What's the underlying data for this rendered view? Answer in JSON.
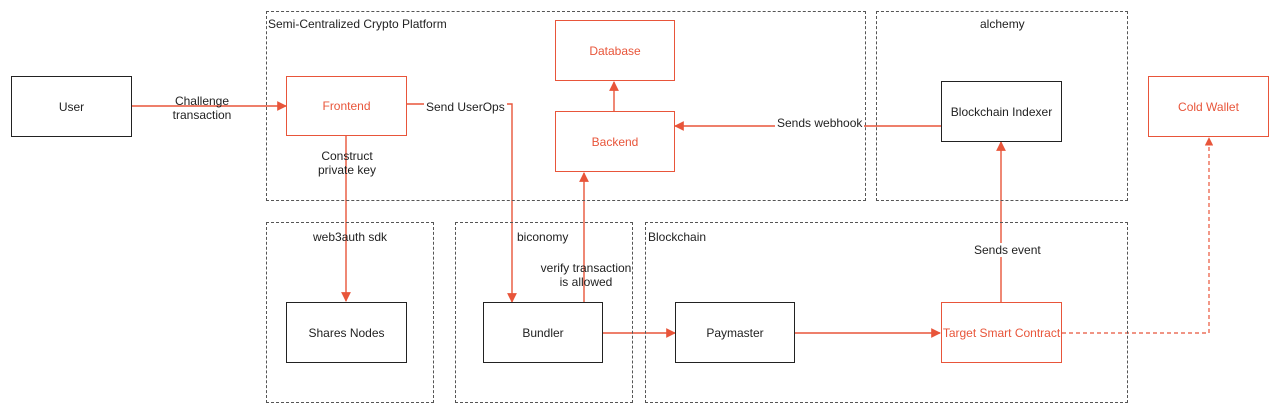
{
  "groups": {
    "platform": "Semi-Centralized Crypto Platform",
    "alchemy": "alchemy",
    "web3auth": "web3auth sdk",
    "biconomy": "biconomy",
    "blockchain": "Blockchain"
  },
  "nodes": {
    "user": "User",
    "frontend": "Frontend",
    "database": "Database",
    "backend": "Backend",
    "indexer": "Blockchain Indexer",
    "cold_wallet": "Cold Wallet",
    "shares_nodes": "Shares Nodes",
    "bundler": "Bundler",
    "paymaster": "Paymaster",
    "target_contract": "Target Smart Contract"
  },
  "edges": {
    "challenge_1": "Challenge",
    "challenge_2": "transaction",
    "send_userops": "Send UserOps",
    "construct_1": "Construct",
    "construct_2": "private key",
    "sends_webhook": "Sends webhook",
    "verify_1": "verify transaction",
    "verify_2": "is allowed",
    "sends_event": "Sends event"
  },
  "colors": {
    "accent": "#e8553a",
    "border": "#222222",
    "group_border": "#555555"
  }
}
